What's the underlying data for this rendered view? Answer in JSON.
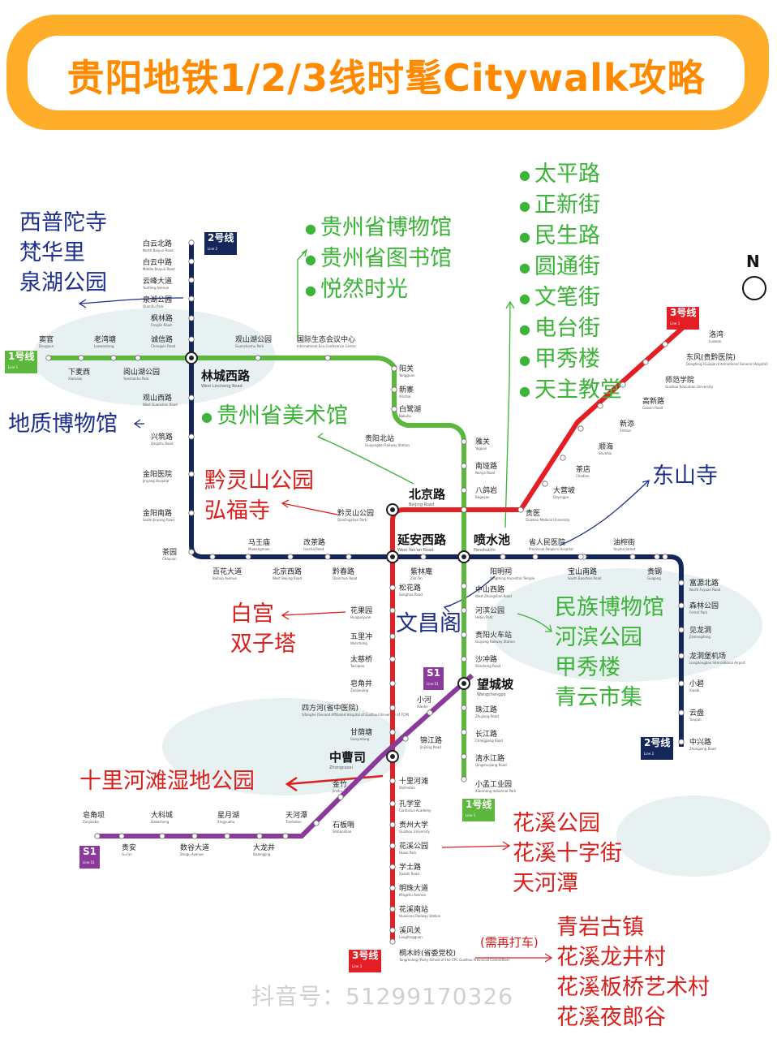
{
  "title": "贵阳地铁1/2/3线时髦Citywalk攻略",
  "compass": "N",
  "colors": {
    "banner": "#ffae2c",
    "line1": "#5bb83c",
    "line2": "#13275b",
    "line3": "#e31e25",
    "lineS1": "#8b3a9c",
    "annot_blue": "#1c2f8c",
    "annot_green": "#3bb437",
    "annot_red": "#d9201c"
  },
  "line_badges": {
    "l1_left": {
      "cn": "1号线",
      "en": "Line 1"
    },
    "l1_bottom": {
      "cn": "1号线",
      "en": "Line 1"
    },
    "l2_top": {
      "cn": "2号线",
      "en": "Line 2"
    },
    "l2_bottom": {
      "cn": "2号线",
      "en": "Line 2"
    },
    "l3_top": {
      "cn": "3号线",
      "en": "Line 3"
    },
    "l3_bottom": {
      "cn": "3号线",
      "en": "Line 3"
    },
    "s1_right": {
      "cn": "S1",
      "en": "Line S1"
    },
    "s1_left": {
      "cn": "S1",
      "en": "Line S1"
    }
  },
  "stations": [
    {
      "cn": "白云北路",
      "en": "North Baiyun Road"
    },
    {
      "cn": "白云中路",
      "en": "Middle Baiyun Road"
    },
    {
      "cn": "云峰大道",
      "en": "Yunfeng Avenue"
    },
    {
      "cn": "泉湖公园",
      "en": "Quanhu Park"
    },
    {
      "cn": "枫林路",
      "en": "Fenglin Road"
    },
    {
      "cn": "诚信路",
      "en": "Chengxin Road"
    },
    {
      "cn": "窦官",
      "en": "Dougaun"
    },
    {
      "cn": "老湾塘",
      "en": "Laowantang"
    },
    {
      "cn": "下麦西",
      "en": "Xiamaixi"
    },
    {
      "cn": "阅山湖公园",
      "en": "Yueshanhu Park"
    },
    {
      "cn": "观山湖公园",
      "en": "Guanshanhu Park"
    },
    {
      "cn": "国际生态会议中心",
      "en": "International Eco-Conference Center"
    },
    {
      "cn": "阳关",
      "en": "Yangguan"
    },
    {
      "cn": "新寨",
      "en": "Xinzhai"
    },
    {
      "cn": "白鹭湖",
      "en": "Bailuhu"
    },
    {
      "cn": "贵阳北站",
      "en": "Guiyangbei Railway Station"
    },
    {
      "cn": "雅关",
      "en": "Yaguan"
    },
    {
      "cn": "南垭路",
      "en": "Nanya Road"
    },
    {
      "cn": "八鸽岩",
      "en": "Bageyan"
    },
    {
      "cn": "观山西路",
      "en": "West Guanshan Road"
    },
    {
      "cn": "兴筑路",
      "en": "Xingzhu Road"
    },
    {
      "cn": "金阳医院",
      "en": "Jinyang Hospital"
    },
    {
      "cn": "金阳南路",
      "en": "South Jinyang Road"
    },
    {
      "cn": "茶园",
      "en": "Chayuan"
    },
    {
      "cn": "黔灵山公园",
      "en": "Qianlingshan Park"
    },
    {
      "cn": "马王庙",
      "en": "Mawangmiao"
    },
    {
      "cn": "改茶路",
      "en": "Gaicha Road"
    },
    {
      "cn": "百花大道",
      "en": "Baihua Avenue"
    },
    {
      "cn": "北京西路",
      "en": "West Beijing Road"
    },
    {
      "cn": "黔春路",
      "en": "Qianchun Road"
    },
    {
      "cn": "洛湾",
      "en": "Luowan"
    },
    {
      "cn": "东风(贵黔医院)",
      "en": "Dongfeng (Guiqian International General Hospital)"
    },
    {
      "cn": "师范学院",
      "en": "Guizhou Education University"
    },
    {
      "cn": "高新路",
      "en": "Gaoxin Road"
    },
    {
      "cn": "新添",
      "en": "Xintian"
    },
    {
      "cn": "顺海",
      "en": "Shunhai"
    },
    {
      "cn": "茶店",
      "en": "Chadian"
    },
    {
      "cn": "大营坡",
      "en": "Dayingpo"
    },
    {
      "cn": "贵医",
      "en": "Guizhou Medical University"
    },
    {
      "cn": "省人民医院",
      "en": "Provincial People's Hospital"
    },
    {
      "cn": "油榨街",
      "en": "Youzha Street"
    },
    {
      "cn": "紫林庵",
      "en": "Zilin'an"
    },
    {
      "cn": "阳明祠",
      "en": "Yangming Ancestral Temple"
    },
    {
      "cn": "宝山南路",
      "en": "South Baoshan Road"
    },
    {
      "cn": "贵钢",
      "en": "Guigang"
    },
    {
      "cn": "富源北路",
      "en": "North Fuyuan Road"
    },
    {
      "cn": "森林公园",
      "en": "Forest Park"
    },
    {
      "cn": "见龙洞",
      "en": "Jianlongdong"
    },
    {
      "cn": "龙洞堡机场",
      "en": "Longdongbao International Airport"
    },
    {
      "cn": "小碧",
      "en": "Xiaobi"
    },
    {
      "cn": "云盘",
      "en": "Yunpan"
    },
    {
      "cn": "中兴路",
      "en": "Zhongxing Road"
    },
    {
      "cn": "松花路",
      "en": "Songhua Road"
    },
    {
      "cn": "中山西路",
      "en": "West Zhongshan Road"
    },
    {
      "cn": "河滨公园",
      "en": "Hebin Park"
    },
    {
      "cn": "贵阳火车站",
      "en": "Guiyang Railway Station"
    },
    {
      "cn": "沙冲路",
      "en": "Shachong Road"
    },
    {
      "cn": "花果园",
      "en": "Huaguoyuan"
    },
    {
      "cn": "五里冲",
      "en": "Wulichong"
    },
    {
      "cn": "太慈桥",
      "en": "Taiciqiao"
    },
    {
      "cn": "皂角井",
      "en": "Zaojiaojing"
    },
    {
      "cn": "四方河(省中医院)",
      "en": "Sifanghe (Second Affiliated Hospital of Guizhou University of TCM)"
    },
    {
      "cn": "甘荫塘",
      "en": "Ganyintang"
    },
    {
      "cn": "小河",
      "en": "Xiaohe"
    },
    {
      "cn": "珠江路",
      "en": "Zhujiang Road"
    },
    {
      "cn": "长江路",
      "en": "Changjiang Road"
    },
    {
      "cn": "清水江路",
      "en": "Qingshuijiang Road"
    },
    {
      "cn": "小孟工业园",
      "en": "Xiaomeng Industrial Park"
    },
    {
      "cn": "锦江路",
      "en": "Jinjiang Road"
    },
    {
      "cn": "金竹",
      "en": "Jinzhu"
    },
    {
      "cn": "十里河滩",
      "en": "Shilihetan"
    },
    {
      "cn": "孔学堂",
      "en": "Confucius Academy"
    },
    {
      "cn": "贵州大学",
      "en": "Guizhou University"
    },
    {
      "cn": "花溪公园",
      "en": "Huaxi Park"
    },
    {
      "cn": "学士路",
      "en": "Xueshi Road"
    },
    {
      "cn": "明珠大道",
      "en": "Mingzhu Avenue"
    },
    {
      "cn": "花溪南站",
      "en": "Huaxinan Railway Station"
    },
    {
      "cn": "溪风关",
      "en": "Langfengguan"
    },
    {
      "cn": "桐木岭(省委党校)",
      "en": "Tongmuling (Party School of the CPC Guizhou Provincial Committee)"
    },
    {
      "cn": "皂角坝",
      "en": "Zaojiaoba"
    },
    {
      "cn": "大科城",
      "en": "Dakecheng"
    },
    {
      "cn": "星月湖",
      "en": "Xingyuehu"
    },
    {
      "cn": "天河潭",
      "en": "Tianhetan"
    },
    {
      "cn": "石板哨",
      "en": "Shibanshao"
    },
    {
      "cn": "贵安",
      "en": "Gui'an"
    },
    {
      "cn": "数谷大道",
      "en": "Shugu Avenue"
    },
    {
      "cn": "大龙井",
      "en": "Dalongjing"
    }
  ],
  "major_stations": [
    {
      "cn": "林城西路",
      "en": "West Lincheng Road"
    },
    {
      "cn": "北京路",
      "en": "Beijing Road"
    },
    {
      "cn": "延安西路",
      "en": "West Yan'an Road"
    },
    {
      "cn": "喷水池",
      "en": "Penshuichi"
    },
    {
      "cn": "望城坡",
      "en": "Wangchengpo"
    },
    {
      "cn": "中曹司",
      "en": "Zhongcaosi"
    }
  ],
  "annotations": {
    "xiputuo": [
      "西普陀寺",
      "梵华里",
      "泉湖公园"
    ],
    "museum_library": [
      "贵州省博物馆",
      "贵州省图书馆",
      "悦然时光"
    ],
    "taiping": [
      "太平路",
      "正新街",
      "民生路",
      "圆通街",
      "文笔街",
      "电台街",
      "甲秀楼",
      "天主教堂"
    ],
    "geology": [
      "地质博物馆"
    ],
    "art_museum": [
      "贵州省美术馆"
    ],
    "qianling": [
      "黔灵山公园",
      "弘福寺"
    ],
    "dongshan": [
      "东山寺"
    ],
    "baigong": [
      "白宫",
      "双子塔"
    ],
    "wenchang": [
      "文昌阁"
    ],
    "minzu": [
      "民族博物馆",
      "河滨公园",
      "甲秀楼",
      "青云市集"
    ],
    "shilihetan": [
      "十里河滩湿地公园"
    ],
    "huaxi": [
      "花溪公园",
      "花溪十字街",
      "天河潭"
    ],
    "qingyan": [
      "青岩古镇",
      "花溪龙井村",
      "花溪板桥艺术村",
      "花溪夜郎谷"
    ],
    "taxi_note": "(需再打车)"
  },
  "watermark": "抖音号：51299170326"
}
